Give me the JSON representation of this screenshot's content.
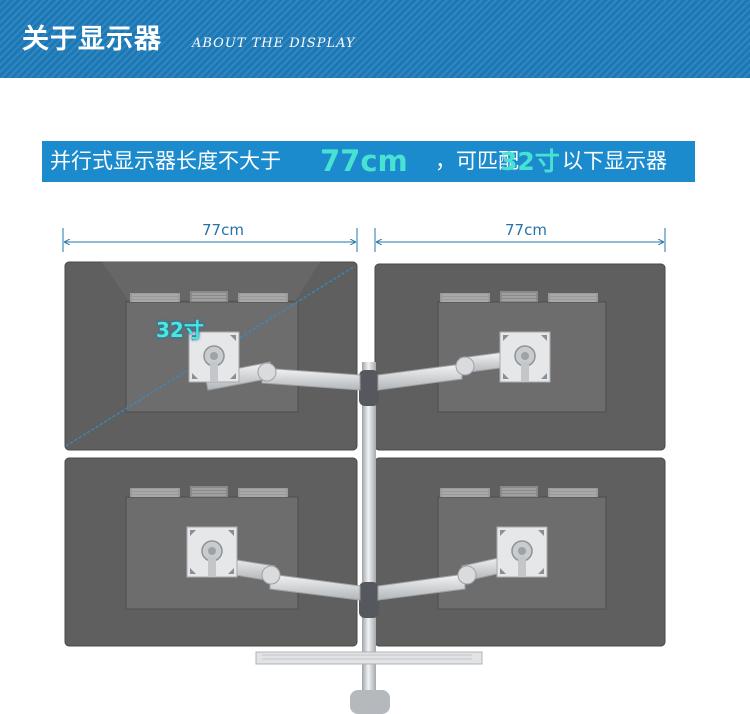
{
  "header": {
    "title_cn": "关于显示器",
    "title_en": "ABOUT THE DISPLAY"
  },
  "banner": {
    "text_1": "并行式显示器长度不大于",
    "highlight_length": "77cm",
    "text_2": "，可匹配",
    "highlight_size": "32寸",
    "text_3": "以下显示器"
  },
  "dimensions": {
    "left_width": "77cm",
    "right_width": "77cm",
    "diagonal": "32寸"
  },
  "colors": {
    "header_bg": "#1b78b6",
    "banner_bg": "#1b8bcd",
    "highlight": "#48e2d3",
    "dimension_line": "#2374a8",
    "monitor_body": "#5f5f5f",
    "monitor_panel": "#6a6a6a",
    "arm_metal": "#d7d9db"
  }
}
